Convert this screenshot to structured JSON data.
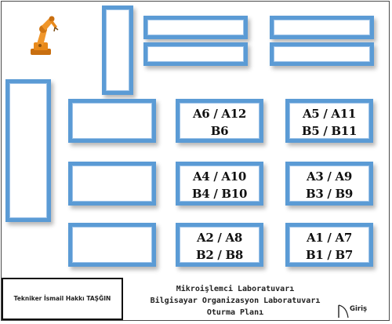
{
  "desks": [
    {
      "id": "desk-a6-a12-b6",
      "line1": "A6 / A12",
      "line2": "B6"
    },
    {
      "id": "desk-a5-a11-b5-b11",
      "line1": "A5 / A11",
      "line2": "B5 / B11"
    },
    {
      "id": "desk-a4-a10-b4-b10",
      "line1": "A4 / A10",
      "line2": "B4 / B10"
    },
    {
      "id": "desk-a3-a9-b3-b9",
      "line1": "A3 / A9",
      "line2": "B3 / B9"
    },
    {
      "id": "desk-a2-a8-b2-b8",
      "line1": "A2 / A8",
      "line2": "B2 / B8"
    },
    {
      "id": "desk-a1-a7-b1-b7",
      "line1": "A1 / A7",
      "line2": "B1 / B7"
    }
  ],
  "technician": "Tekniker İsmail Hakkı TAŞĞIN",
  "title": {
    "line1": "Mikroişlemci Laboratuvarı",
    "line2": "Bilgisayar Organizasyon Laboratuvarı",
    "line3": "Oturma Planı"
  },
  "entrance": "Giriş",
  "colors": {
    "desk_border": "#5b9bd5",
    "robot": "#e8891a"
  },
  "icons": {
    "robot": "industrial-robot-arm-icon",
    "door": "door-swing-icon"
  }
}
